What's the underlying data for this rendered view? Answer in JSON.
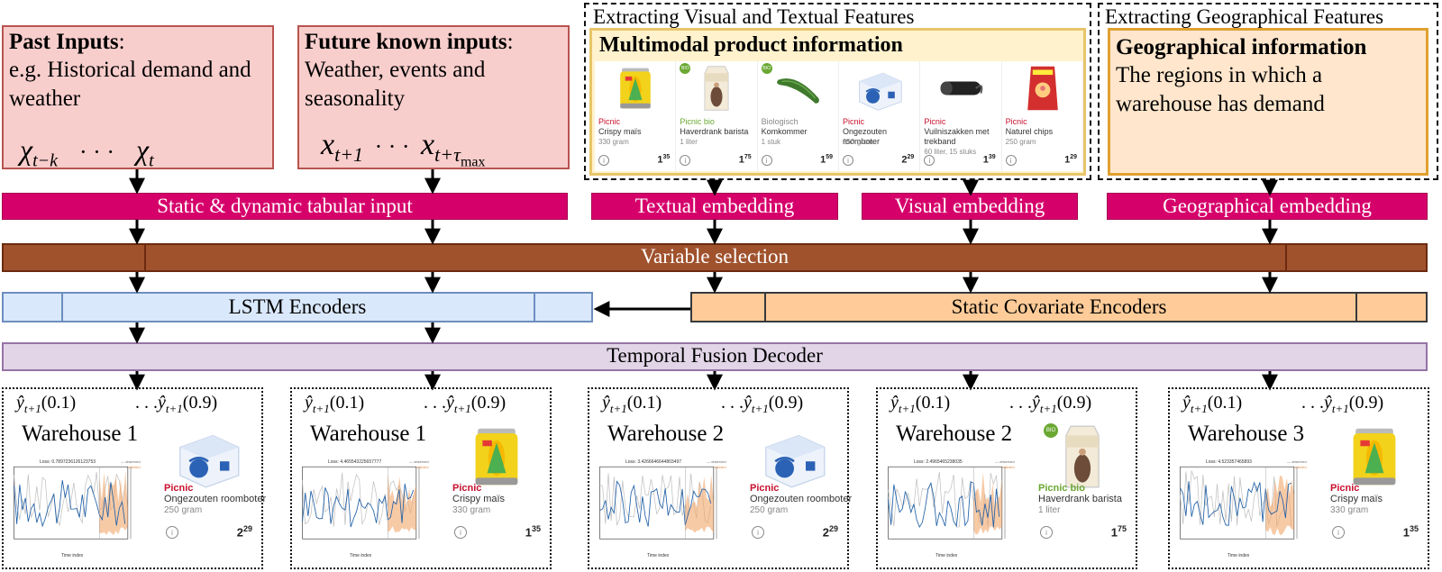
{
  "inputs": {
    "past": {
      "title": "Past Inputs",
      "colon": ":",
      "desc": "e.g. Historical demand and weather",
      "formula_a": "χ",
      "sub_a": "t−k",
      "dots": "· · ·",
      "formula_b": "χ",
      "sub_b": "t"
    },
    "future": {
      "title": "Future known inputs",
      "colon": ":",
      "desc": "Weather, events and seasonality",
      "formula_a": "x",
      "sub_a": "t+1",
      "dots": "· · ·",
      "formula_b": "x",
      "sub_b": "t+τ",
      "sub_b2": "max"
    }
  },
  "visual_textual": {
    "group_title": "Extracting Visual and Textual Features",
    "box_title": "Multimodal product information",
    "products": [
      {
        "brand": "Picnic",
        "brand_style": "red",
        "name": "Crispy maïs",
        "qty": "330 gram",
        "price_int": "1",
        "price_dec": "35",
        "image": "corn-can-icon",
        "badge": ""
      },
      {
        "brand": "Picnic bio",
        "brand_style": "bio",
        "name": "Haverdrank barista",
        "qty": "1 liter",
        "price_int": "1",
        "price_dec": "75",
        "image": "oat-drink-icon",
        "badge": "BIO"
      },
      {
        "brand": "Biologisch",
        "brand_style": "grey",
        "name": "Komkommer",
        "qty": "1 stuk",
        "price_int": "1",
        "price_dec": "59",
        "image": "cucumber-icon",
        "badge": "BIO"
      },
      {
        "brand": "Picnic",
        "brand_style": "red",
        "name": "Ongezouten roomboter",
        "qty": "250 gram",
        "price_int": "2",
        "price_dec": "29",
        "image": "butter-icon",
        "badge": ""
      },
      {
        "brand": "Picnic",
        "brand_style": "red",
        "name": "Vuilniszakken met trekband",
        "qty": "60 liter, 15 stuks",
        "price_int": "1",
        "price_dec": "39",
        "image": "trash-bag-icon",
        "badge": ""
      },
      {
        "brand": "Picnic",
        "brand_style": "red",
        "name": "Naturel chips",
        "qty": "250 gram",
        "price_int": "1",
        "price_dec": "29",
        "image": "chips-icon",
        "badge": ""
      }
    ]
  },
  "geo": {
    "group_title": "Extracting Geographical Features",
    "box_title": "Geographical information",
    "desc": "The regions in which a warehouse has demand"
  },
  "embeddings": {
    "tabular": "Static & dynamic tabular input",
    "textual": "Textual embedding",
    "visual": "Visual embedding",
    "geographical": "Geographical embedding"
  },
  "layers": {
    "variable_selection": "Variable selection",
    "lstm": "LSTM Encoders",
    "static_cov": "Static Covariate Encoders",
    "decoder": "Temporal Fusion Decoder"
  },
  "outputs": [
    {
      "q_low": "ŷ",
      "q_low_sub": "t+1",
      "q_low_arg": "(0.1)",
      "q_high_prefix": ". . .",
      "q_high": "ŷ",
      "q_high_sub": "t+1",
      "q_high_arg": "(0.9)",
      "warehouse": "Warehouse 1",
      "plot_title": "Loss: 0.7897236126123753",
      "brand": "Picnic",
      "brand_style": "red",
      "name": "Ongezouten roomboter",
      "qty": "250 gram",
      "price_int": "2",
      "price_dec": "29",
      "image": "butter-icon"
    },
    {
      "q_low": "ŷ",
      "q_low_sub": "t+1",
      "q_low_arg": "(0.1)",
      "q_high_prefix": ". . .",
      "q_high": "ŷ",
      "q_high_sub": "t+1",
      "q_high_arg": "(0.9)",
      "warehouse": "Warehouse 1",
      "plot_title": "Loss: 4.465543225657777",
      "brand": "Picnic",
      "brand_style": "red",
      "name": "Crispy maïs",
      "qty": "330 gram",
      "price_int": "1",
      "price_dec": "35",
      "image": "corn-can-icon"
    },
    {
      "q_low": "ŷ",
      "q_low_sub": "t+1",
      "q_low_arg": "(0.1)",
      "q_high_prefix": ". . .",
      "q_high": "ŷ",
      "q_high_sub": "t+1",
      "q_high_arg": "(0.9)",
      "warehouse": "Warehouse 2",
      "plot_title": "Loss: 3.4266646644803497",
      "brand": "Picnic",
      "brand_style": "red",
      "name": "Ongezouten roomboter",
      "qty": "250 gram",
      "price_int": "2",
      "price_dec": "29",
      "image": "butter-icon"
    },
    {
      "q_low": "ŷ",
      "q_low_sub": "t+1",
      "q_low_arg": "(0.1)",
      "q_high_prefix": ". . .",
      "q_high": "ŷ",
      "q_high_sub": "t+1",
      "q_high_arg": "(0.9)",
      "warehouse": "Warehouse 2",
      "plot_title": "Loss: 2.4965465238035",
      "brand": "Picnic bio",
      "brand_style": "bio",
      "name": "Haverdrank barista",
      "qty": "1 liter",
      "price_int": "1",
      "price_dec": "75",
      "image": "oat-drink-icon"
    },
    {
      "q_low": "ŷ",
      "q_low_sub": "t+1",
      "q_low_arg": "(0.1)",
      "q_high_prefix": ". . .",
      "q_high": "ŷ",
      "q_high_sub": "t+1",
      "q_high_arg": "(0.9)",
      "warehouse": "Warehouse 3",
      "plot_title": "Loss: 4.523357465893",
      "brand": "Picnic",
      "brand_style": "red",
      "name": "Crispy maïs",
      "qty": "330 gram",
      "price_int": "1",
      "price_dec": "35",
      "image": "corn-can-icon"
    }
  ],
  "plot_legend": {
    "observed": "observed",
    "predicted": "predicted",
    "xlabel": "Time index"
  },
  "colors": {
    "input_fill": "#f8cecc",
    "input_border": "#b85450",
    "embedding": "#d6006b",
    "variable_selection": "#a0522d",
    "lstm": "#dae8fc",
    "static_cov": "#ffcc99",
    "decoder": "#e1d5e7",
    "observed_line": "#1f5fa6",
    "predicted_band": "#f2a66b"
  }
}
